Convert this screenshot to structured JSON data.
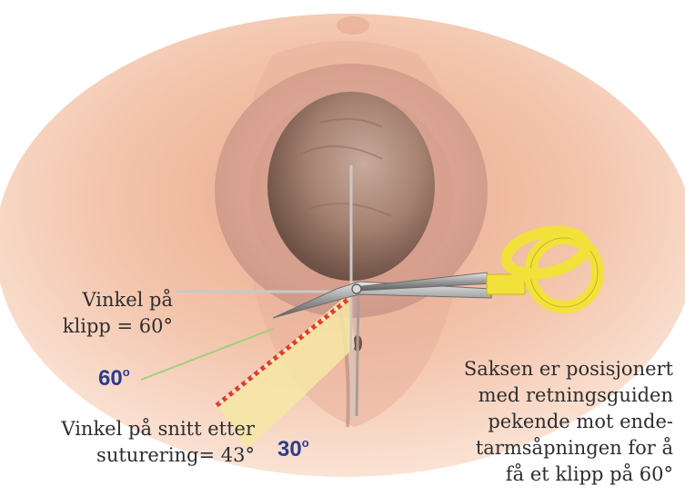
{
  "labels": {
    "scissor_angle": [
      "Vinkel på",
      "klipp = 60°"
    ],
    "angle_60": {
      "number": "60",
      "unit": "o"
    },
    "suture_angle": [
      "Vinkel på snitt etter",
      "suturering= 43°"
    ],
    "angle_30": {
      "number": "30",
      "unit": "o"
    },
    "description": [
      "Saksen er posisjonert",
      "med retningsguiden",
      "pekende mot ende-",
      "tarmsåpningen for å",
      "få et klipp på  60°"
    ]
  },
  "colors": {
    "skin": "#f2c0a6",
    "head": "#a48070",
    "guide_line": "#c8c8c8",
    "handle": "#f2e13a",
    "blade": "#8a8a8a",
    "cut_line": "#e23b2a",
    "angle_number": "#2b3d8f",
    "sector_fill": "#f6e7a4",
    "leader_line": "#9fd07b"
  },
  "icons": {
    "scissors": "scissors-icon"
  }
}
